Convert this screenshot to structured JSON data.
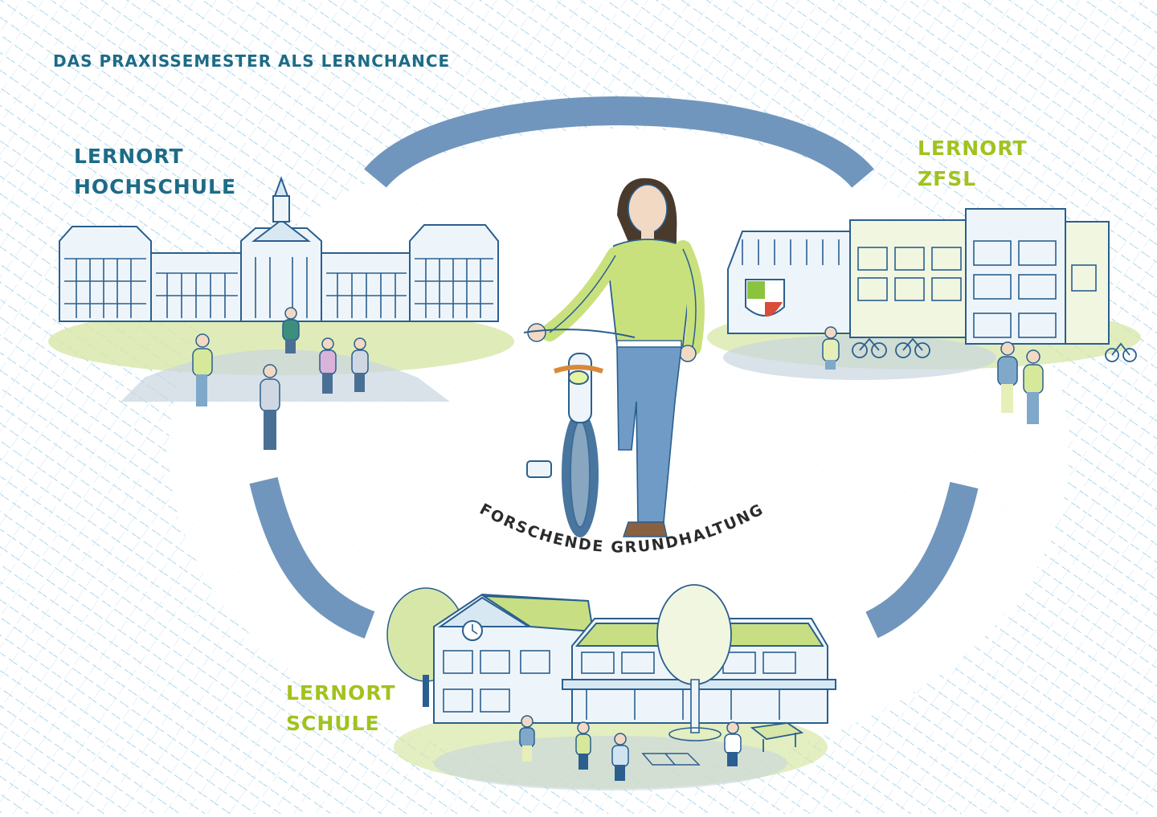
{
  "title": "DAS PRAXISSEMESTER ALS LERNCHANCE",
  "center_caption": "FORSCHENDE GRUNDHALTUNG",
  "locations": {
    "hochschule": {
      "line1": "LERNORT",
      "line2": "HOCHSCHULE"
    },
    "zfsl": {
      "line1": "LERNORT",
      "line2": "ZFSL"
    },
    "schule": {
      "line1": "LERNORT",
      "line2": "SCHULE"
    }
  },
  "colors": {
    "title": "#1d6b86",
    "green": "#a2c21d",
    "ring": "#7196bd",
    "building_line": "#2a5f8f",
    "building_fill": "#d7e7a7",
    "hatch": "#a9d6ec",
    "caption": "#2b2b2b"
  },
  "icons": [
    "university-building-icon",
    "office-building-icon",
    "school-building-icon",
    "student-with-bicycle-icon",
    "person-icon",
    "tree-icon",
    "bicycle-icon"
  ]
}
